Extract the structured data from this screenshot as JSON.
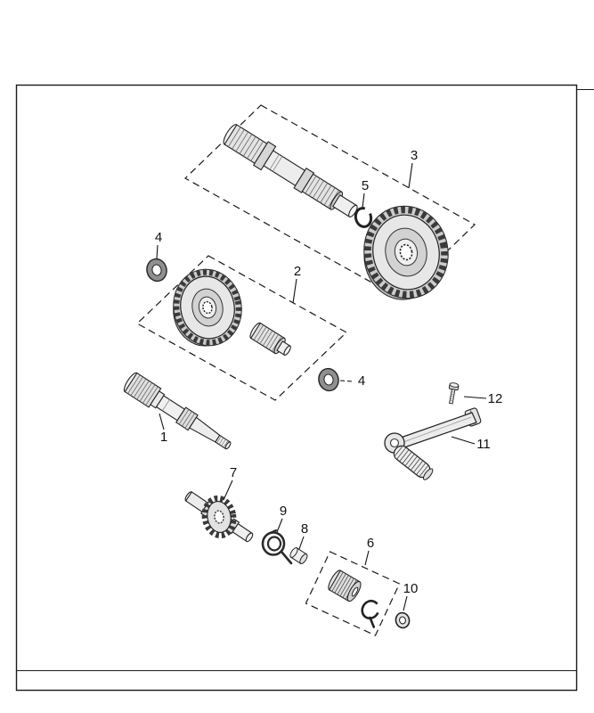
{
  "figure": {
    "type": "exploded-parts-diagram",
    "subject": "transmission-and-kickstarter-components"
  },
  "colors": {
    "ink": "#1a1a1a",
    "paper": "#ffffff",
    "metal_light": "#ececec",
    "metal_mid": "#d6d6d6",
    "metal_dark": "#9a9a9a"
  },
  "callouts": [
    {
      "label": "1"
    },
    {
      "label": "2"
    },
    {
      "label": "3"
    },
    {
      "label": "4"
    },
    {
      "label": "4"
    },
    {
      "label": "5"
    },
    {
      "label": "6"
    },
    {
      "label": "7"
    },
    {
      "label": "8"
    },
    {
      "label": "9"
    },
    {
      "label": "10"
    },
    {
      "label": "11"
    },
    {
      "label": "12"
    }
  ]
}
